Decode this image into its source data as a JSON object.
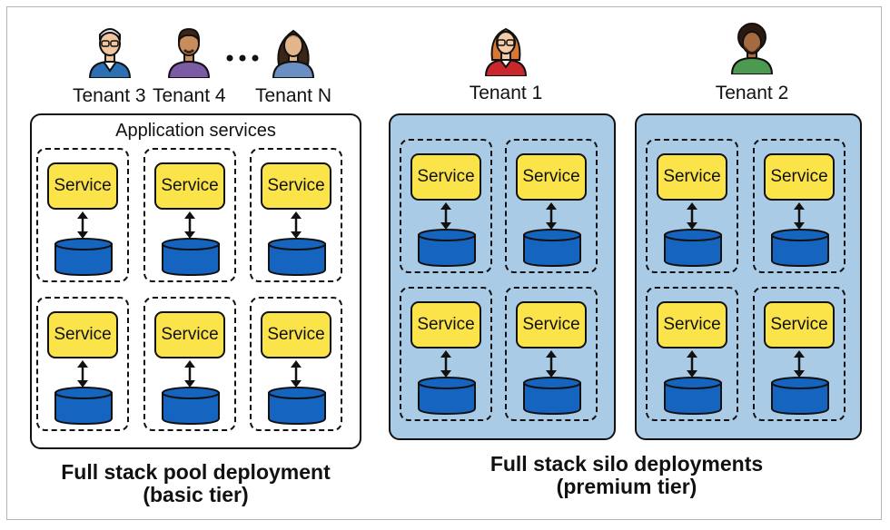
{
  "tenants_pool": [
    "Tenant 3",
    "Tenant 4",
    "Tenant N"
  ],
  "tenants_silo": [
    "Tenant 1",
    "Tenant 2"
  ],
  "pool": {
    "title": "Application services",
    "caption_line1": "Full stack pool deployment",
    "caption_line2": "(basic tier)"
  },
  "silo": {
    "caption_line1": "Full stack silo deployments",
    "caption_line2": "(premium tier)"
  },
  "service_label": "Service",
  "colors": {
    "service_fill": "#fbe34a",
    "database_fill": "#1565c0",
    "silo_fill": "#a9cbe6",
    "avatar_shirt_tenant_3": "#2d6fb3",
    "avatar_shirt_tenant_4": "#7b5aa6",
    "avatar_shirt_tenant_n": "#6b8fc2",
    "avatar_shirt_tenant_1": "#c8282c",
    "avatar_shirt_tenant_2": "#4c9a52"
  }
}
